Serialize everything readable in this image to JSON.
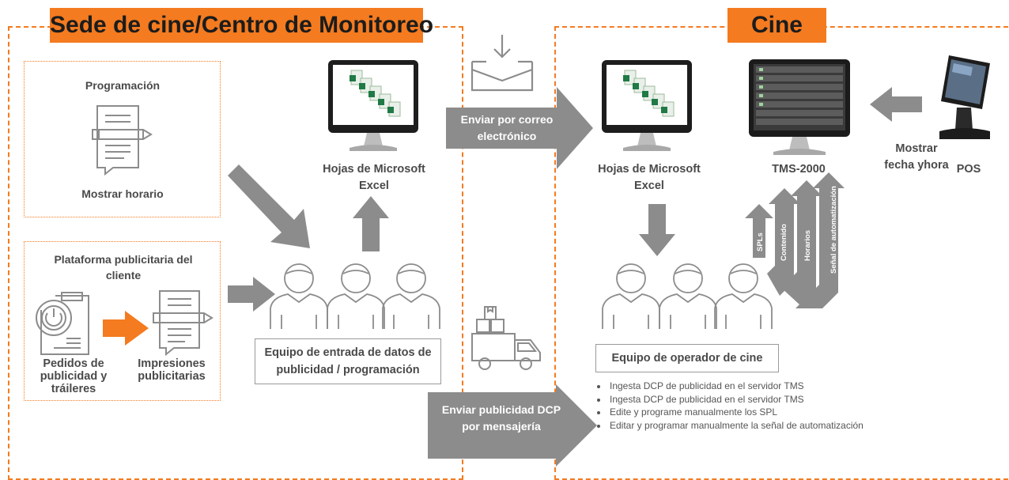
{
  "headquarters": {
    "title": "Sede de cine/Centro de Monitoreo"
  },
  "cinema": {
    "title": "Cine"
  },
  "schedule_box": {
    "title": "Programación",
    "caption": "Mostrar horario"
  },
  "client_box": {
    "title": "Plataforma publicitaria del cliente",
    "left_label": "Pedidos de publicidad y tráileres",
    "right_label": "Impresiones publicitarias"
  },
  "excel_hq": {
    "label": "Hojas de Microsoft Excel"
  },
  "excel_cinema": {
    "label": "Hojas de Microsoft Excel"
  },
  "data_team": {
    "label": "Equipo de entrada de datos de publicidad / programación"
  },
  "email_arrow": {
    "label": "Enviar por correo electrónico"
  },
  "courier_arrow": {
    "label": "Enviar publicidad DCP por mensajería"
  },
  "tms": {
    "label": "TMS-2000"
  },
  "show_time": {
    "label": "Mostrar fecha yhora"
  },
  "pos": {
    "label": "POS"
  },
  "tms_arrows": [
    "SPLs",
    "Contenido",
    "Horarios",
    "Señal de automatización"
  ],
  "operator_team": {
    "label": "Equipo de operador de cine",
    "tasks": [
      "Ingesta DCP de publicidad en el servidor TMS",
      "Ingesta DCP de publicidad en el servidor TMS",
      "Edite y programe manualmente los SPL",
      "Editar y programar manualmente la señal de automatización"
    ]
  },
  "colors": {
    "accent": "#f47b20",
    "arrow": "#8c8c8c",
    "text": "#4a4a4a"
  },
  "icons": [
    "document-pen-icon",
    "clipboard-power-icon",
    "monitor-excel-icon",
    "people-group-icon",
    "mail-inbox-icon",
    "delivery-truck-icon",
    "tms-server-monitor-icon",
    "pos-terminal-icon"
  ]
}
